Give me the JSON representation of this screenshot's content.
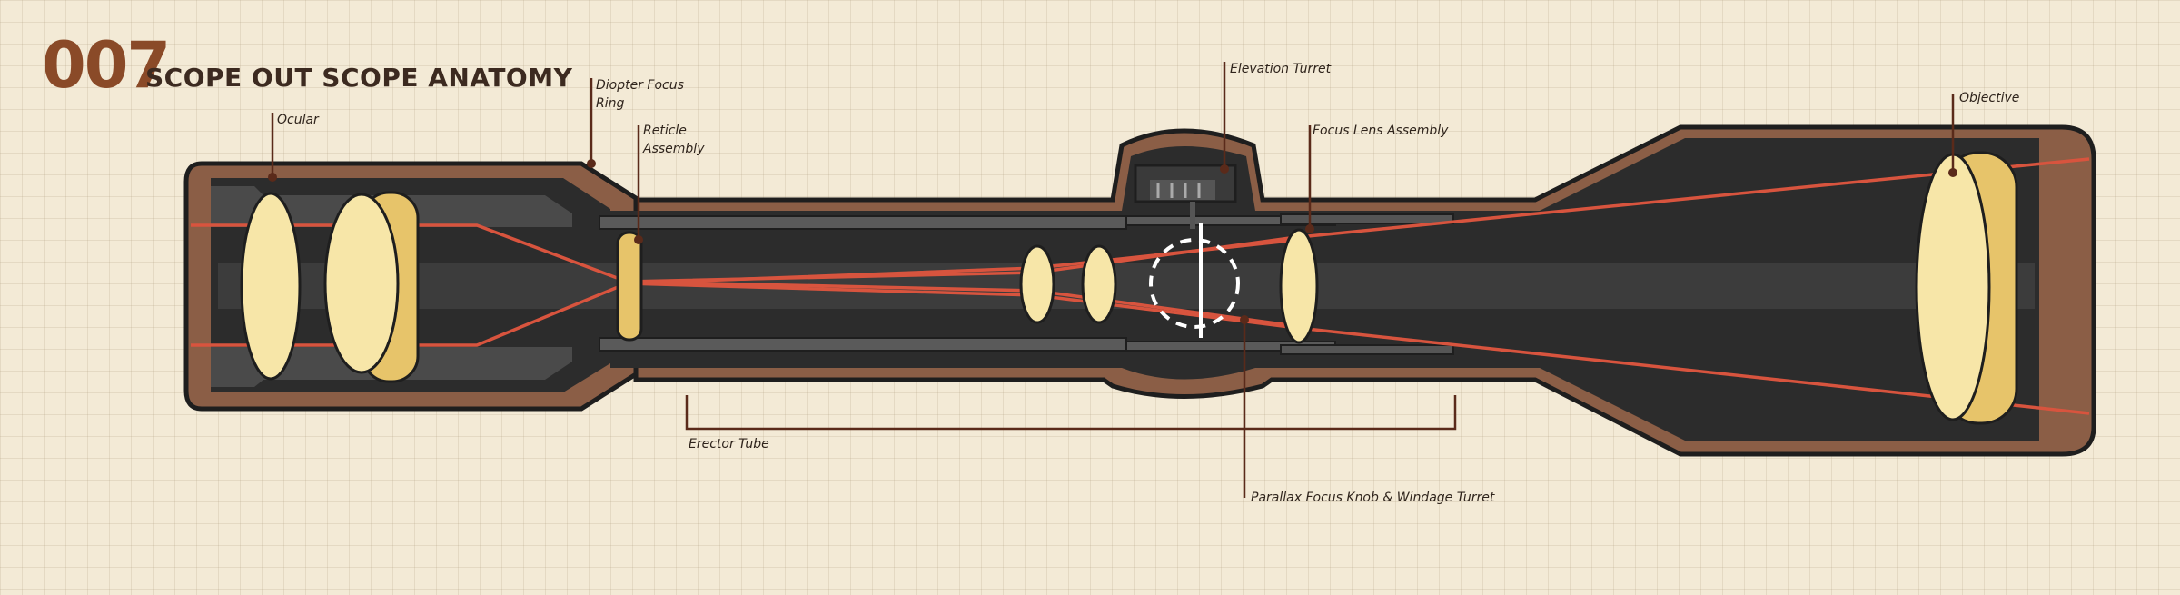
{
  "header": {
    "number": "007",
    "title": "SCOPE OUT SCOPE ANATOMY"
  },
  "labels": {
    "ocular": "Ocular",
    "diopter_line1": "Diopter Focus",
    "diopter_line2": "Ring",
    "reticle_line1": "Reticle",
    "reticle_line2": "Assembly",
    "elevation": "Elevation Turret",
    "focus_lens": "Focus Lens Assembly",
    "objective": "Objective",
    "erector": "Erector Tube",
    "parallax": "Parallax Focus Knob & Windage Turret"
  },
  "colors": {
    "body_dark": "#2b2b2b",
    "body_mid": "#3a3a3a",
    "shell_brown": "#8b5e46",
    "lens_cream": "#f7e6a8",
    "lens_gold": "#e7c46a",
    "beam_red": "#d8543e",
    "leader": "#5a2a1a",
    "paper": "#f3ead6"
  }
}
